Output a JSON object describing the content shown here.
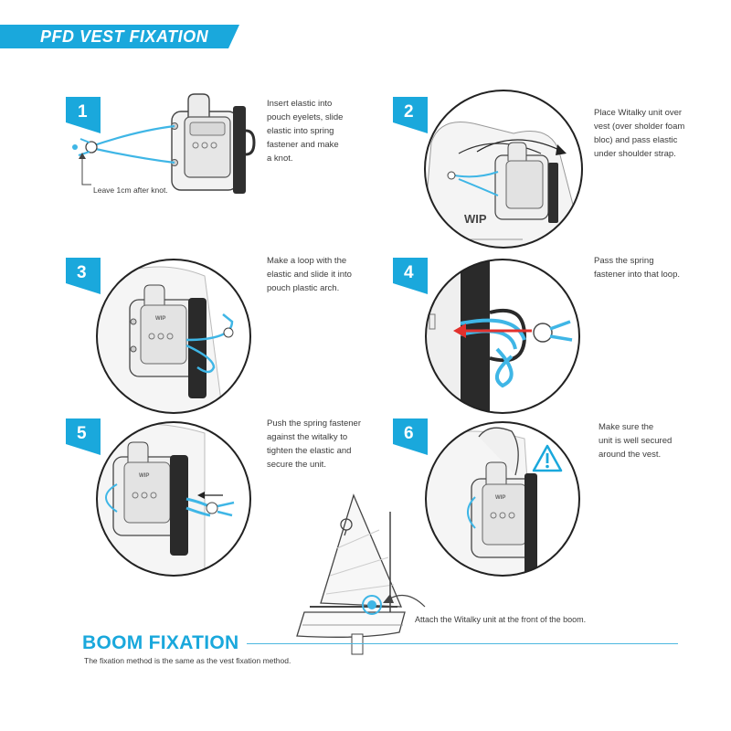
{
  "header": {
    "title": "PFD VEST FIXATION",
    "accent": "#1aa8dc"
  },
  "steps": [
    {
      "number": "1",
      "text": [
        "Insert elastic into",
        "pouch eyelets, slide",
        "elastic into spring",
        "fastener and make",
        "a knot."
      ]
    },
    {
      "number": "2",
      "text": [
        "Place Witalky unit over",
        "vest (over sholder foam",
        "bloc) and pass elastic",
        "under  shoulder strap."
      ]
    },
    {
      "number": "3",
      "text": [
        "Make a loop with the",
        "elastic and slide it into",
        "pouch plastic arch."
      ]
    },
    {
      "number": "4",
      "text": [
        "Pass the spring",
        "fastener into that loop."
      ]
    },
    {
      "number": "5",
      "text": [
        "Push the spring fastener",
        "against the witalky to",
        "tighten the elastic and",
        "secure the unit."
      ]
    },
    {
      "number": "6",
      "text": [
        "Make sure the",
        "unit is well secured",
        "around the vest."
      ]
    }
  ],
  "step1_note": "Leave 1cm after knot.",
  "device_logo": "WIP",
  "boat_note": "Attach the Witalky unit at the front of the boom.",
  "boom": {
    "title": "BOOM FIXATION",
    "subtitle": "The fixation method is the same as the vest fixation method."
  },
  "colors": {
    "brand_blue": "#1aa8dc",
    "elastic_blue": "#3fb6e6",
    "arrow_red": "#e2312d",
    "warning": "#1aa8dc"
  }
}
